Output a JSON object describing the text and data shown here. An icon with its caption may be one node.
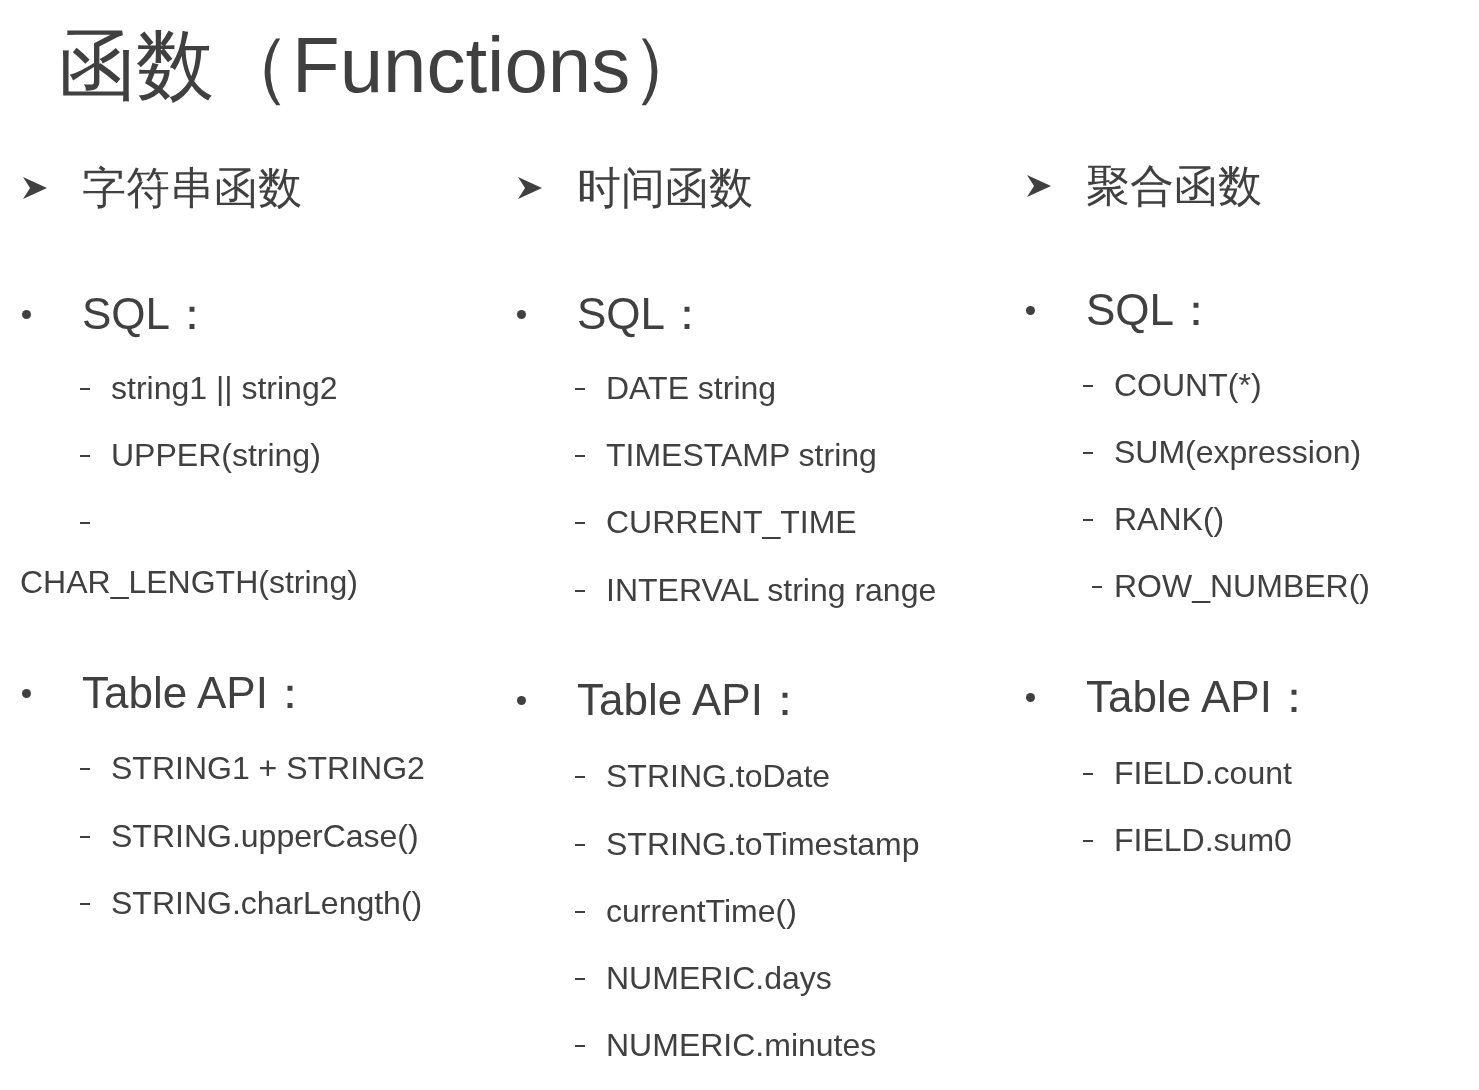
{
  "diagram": {
    "title": "函数（Functions）",
    "labels": [
      "字符串函数",
      "SQL：",
      "string1 || string2",
      "UPPER(string)",
      "CHAR_LENGTH(string)",
      "Table API：",
      "STRING1 + STRING2",
      "STRING.upperCase()",
      "STRING.charLength()",
      "时间函数",
      "SQL：",
      "DATE string",
      "TIMESTAMP string",
      "CURRENT_TIME",
      "INTERVAL string range",
      "Table API：",
      "STRING.toDate",
      "STRING.toTimestamp",
      "currentTime()",
      "NUMERIC.days",
      "NUMERIC.minutes",
      "聚合函数",
      "SQL：",
      "COUNT(*)",
      "SUM(expression)",
      "RANK()",
      "ROW_NUMBER()",
      "Table API：",
      "FIELD.count",
      "FIELD.sum0"
    ]
  }
}
